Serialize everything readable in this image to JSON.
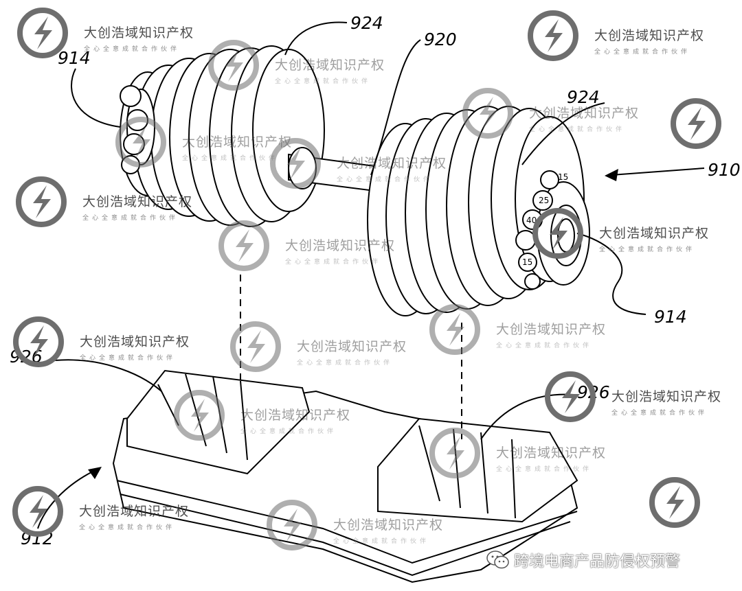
{
  "figure": {
    "reference_labels": [
      "914",
      "924",
      "920",
      "924",
      "910",
      "914",
      "926",
      "926",
      "912"
    ],
    "weight_numbers": [
      "15",
      "25",
      "40",
      "15"
    ]
  },
  "watermark": {
    "company": "大创浩域知识产权",
    "slogan": "全心全意成就合作伙伴",
    "colors": {
      "logo_gray": "#6e6e6e",
      "text": "#2f2f2f"
    }
  },
  "footer": {
    "wechat_account": "跨境电商产品防侵权预警",
    "icon": "wechat-icon"
  }
}
